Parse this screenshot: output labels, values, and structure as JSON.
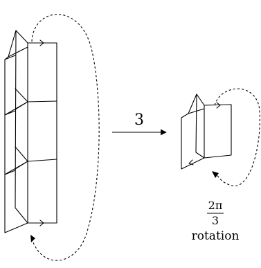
{
  "arrow_label": "3",
  "rotation_label": {
    "numerator": "2π",
    "denominator": "3",
    "caption": "rotation"
  }
}
